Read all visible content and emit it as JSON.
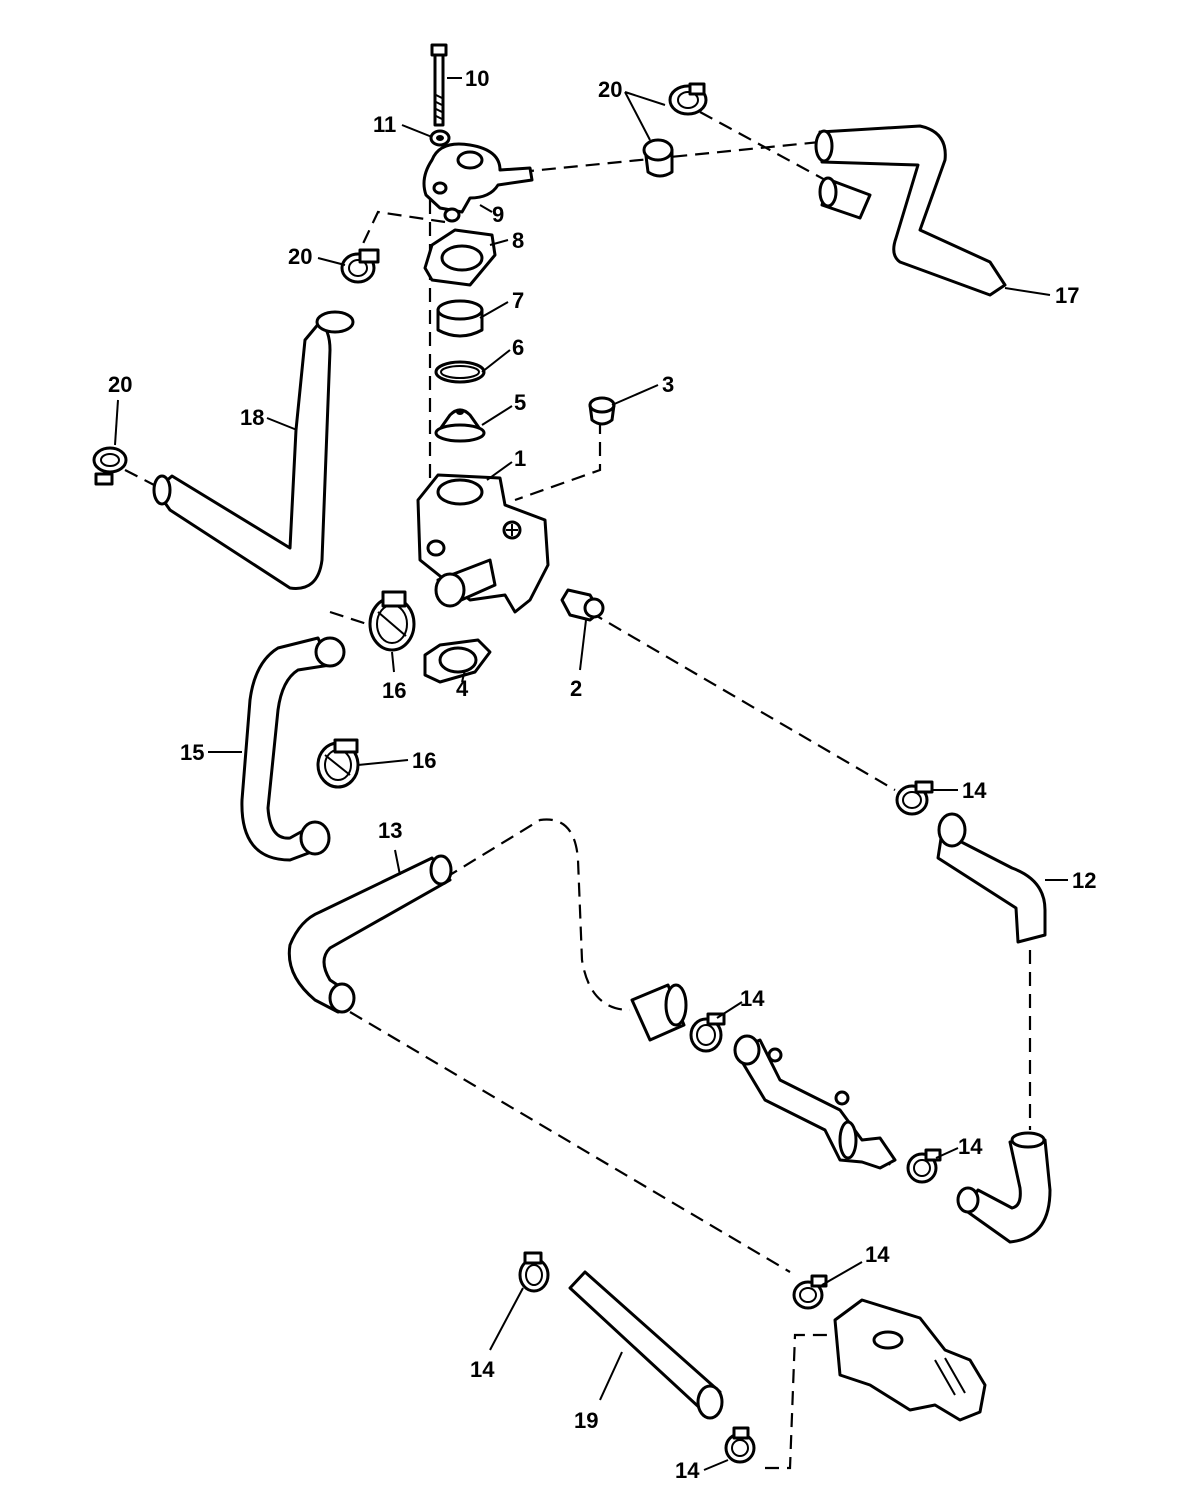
{
  "labels": {
    "n1": "1",
    "n2": "2",
    "n3": "3",
    "n4": "4",
    "n5": "5",
    "n6": "6",
    "n7": "7",
    "n8": "8",
    "n9": "9",
    "n10": "10",
    "n11": "11",
    "n12": "12",
    "n13": "13",
    "n14a": "14",
    "n14b": "14",
    "n14c": "14",
    "n14d": "14",
    "n14e": "14",
    "n14f": "14",
    "n15": "15",
    "n16a": "16",
    "n16b": "16",
    "n17": "17",
    "n18": "18",
    "n19": "19",
    "n20a": "20",
    "n20b": "20",
    "n20c": "20"
  }
}
